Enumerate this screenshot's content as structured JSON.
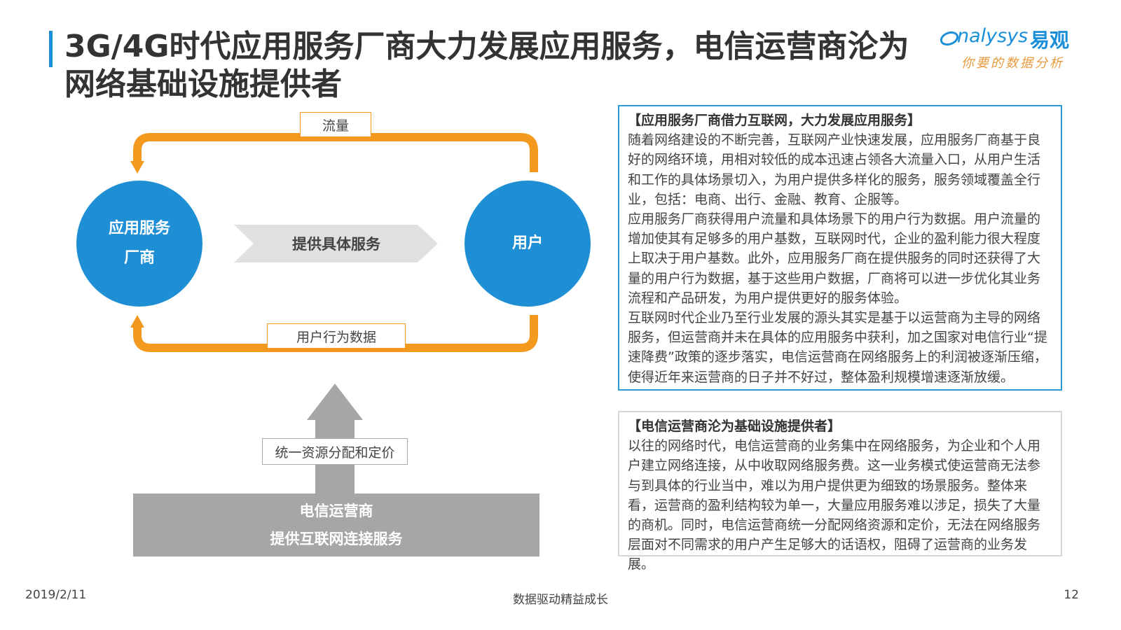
{
  "header": {
    "title_line1": "3G/4G时代应用服务厂商大力发展应用服务，电信运营商沦为",
    "title_line2": "网络基础设施提供者"
  },
  "logo": {
    "brand_en": "nalysys",
    "brand_cn": "易观",
    "tagline": "你要的数据分析"
  },
  "diagram": {
    "provider_line1": "应用服务",
    "provider_line2": "厂商",
    "user": "用户",
    "service_arrow": "提供具体服务",
    "top_flow": "流量",
    "bottom_flow": "用户行为数据",
    "pricing": "统一资源分配和定价",
    "telecom_line1": "电信运营商",
    "telecom_line2": "提供互联网连接服务"
  },
  "panel1": {
    "heading": "【应用服务厂商借力互联网，大力发展应用服务】",
    "para1": "随着网络建设的不断完善，互联网产业快速发展，应用服务厂商基于良好的网络环境，用相对较低的成本迅速占领各大流量入口，从用户生活和工作的具体场景切入，为用户提供多样化的服务，服务领域覆盖全行业，包括：电商、出行、金融、教育、企服等。",
    "para2": "应用服务厂商获得用户流量和具体场景下的用户行为数据。用户流量的增加使其有足够多的用户基数，互联网时代，企业的盈利能力很大程度上取决于用户基数。此外，应用服务厂商在提供服务的同时还获得了大量的用户行为数据，基于这些用户数据，厂商将可以进一步优化其业务流程和产品研发，为用户提供更好的服务体验。",
    "para3": "互联网时代企业乃至行业发展的源头其实是基于以运营商为主导的网络服务，但运营商并未在具体的应用服务中获利，加之国家对电信行业“提速降费”政策的逐步落实，电信运营商在网络服务上的利润被逐渐压缩，使得近年来运营商的日子并不好过，整体盈利规模增速逐渐放缓。"
  },
  "panel2": {
    "heading": "【电信运营商沦为基础设施提供者】",
    "para1": "以往的网络时代，电信运营商的业务集中在网络服务，为企业和个人用户建立网络连接，从中收取网络服务费。这一业务模式使运营商无法参与到具体的行业当中，难以为用户提供更为细致的场景服务。整体来看，运营商的盈利结构较为单一，大量应用服务难以涉足，损失了大量的商机。同时，电信运营商统一分配网络资源和定价，无法在网络服务层面对不同需求的用户产生足够大的话语权，阻碍了运营商的业务发展。"
  },
  "footer": {
    "date": "2019/2/11",
    "slogan": "数据驱动精益成长",
    "page": "12"
  },
  "colors": {
    "accent_blue": "#1e8fd5",
    "flow_orange": "#f39a1e",
    "gray": "#a6a6a6"
  }
}
